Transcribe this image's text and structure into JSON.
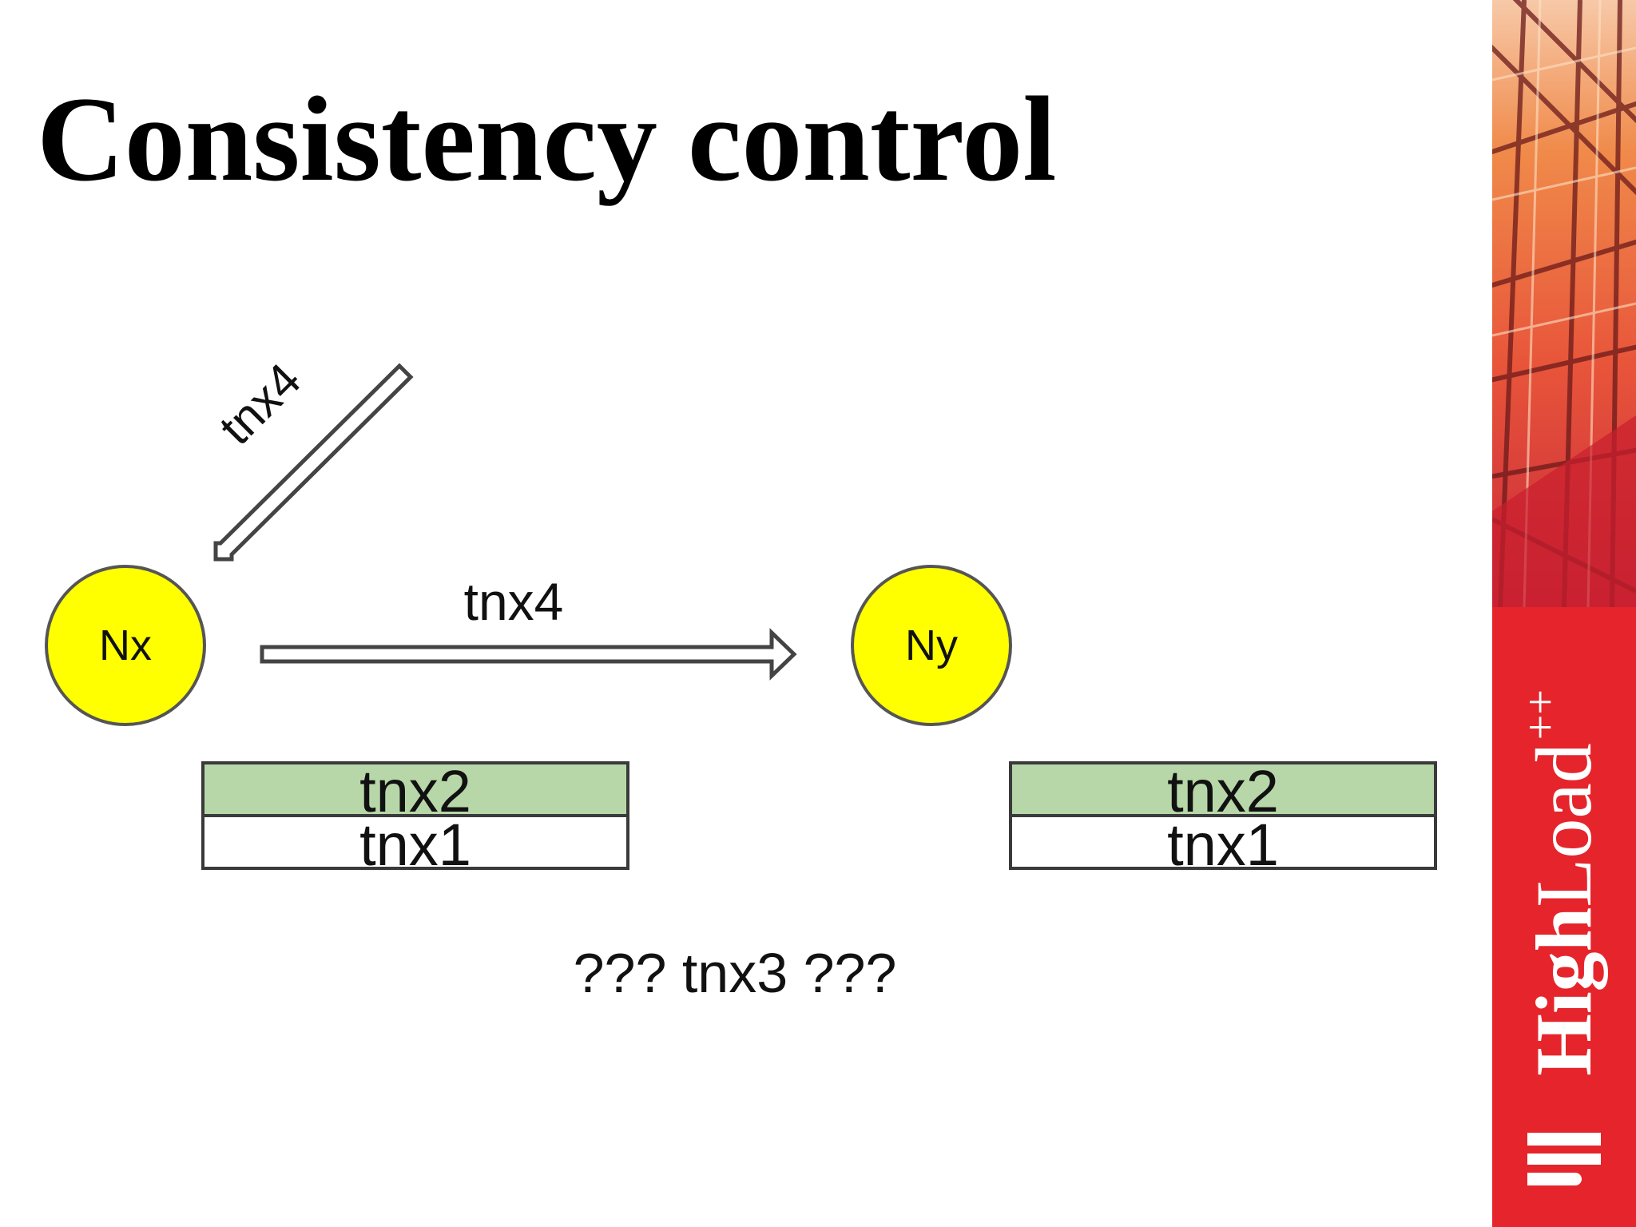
{
  "slide": {
    "title": "Consistency control"
  },
  "diagram": {
    "nodes": [
      {
        "label": "Nx"
      },
      {
        "label": "Ny"
      }
    ],
    "arrows": [
      {
        "label": "tnx4"
      },
      {
        "label": "tnx4"
      }
    ],
    "logs": [
      {
        "rows": [
          "tnx2",
          "tnx1"
        ]
      },
      {
        "rows": [
          "tnx2",
          "tnx1"
        ]
      }
    ],
    "question": "??? tnx3 ???"
  },
  "brand": {
    "high": "High",
    "load": "Load",
    "plus": "++"
  },
  "colors": {
    "node_fill": "#ffff00",
    "log_highlight": "#b7d7a8",
    "brand_red": "#e5252b"
  }
}
